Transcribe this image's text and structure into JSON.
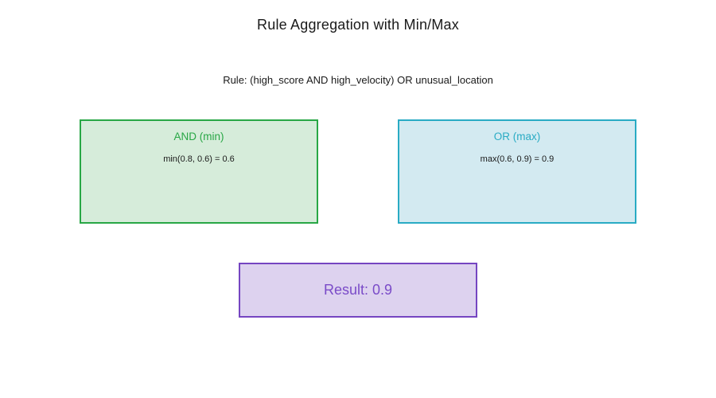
{
  "figure": {
    "title": "Rule Aggregation with Min/Max",
    "subtitle": "Rule: (high_score AND high_velocity) OR unusual_location"
  },
  "nodes": {
    "and": {
      "label": "AND (min)",
      "formula": "min(0.8, 0.6) = 0.6",
      "accent_color": "#28a745",
      "fill_color": "#d6ecda"
    },
    "or": {
      "label": "OR (max)",
      "formula": "max(0.6, 0.9) = 0.9",
      "accent_color": "#29abc4",
      "fill_color": "#d3eaf1"
    },
    "result": {
      "label": "Result: 0.9",
      "accent_color": "#7a4bc8",
      "border_color": "#7545c1",
      "fill_color": "#ddd2ef"
    }
  }
}
